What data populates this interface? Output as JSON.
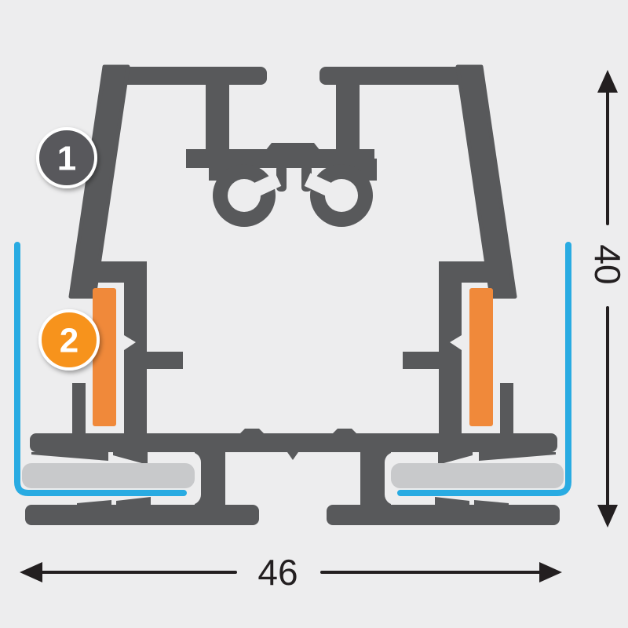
{
  "diagram": {
    "type": "aluminium-profile-cross-section",
    "badges": [
      {
        "label": "1"
      },
      {
        "label": "2"
      }
    ],
    "dimensions": {
      "width": "46",
      "height": "40"
    },
    "colors": {
      "background": "#EDEDEE",
      "profile": "#58595B",
      "gasket_orange": "#F0893A",
      "badge_orange": "#F7931E",
      "glass_blue": "#29ABE2",
      "seal_gray": "#C8C9CB",
      "dimension_black": "#231F20",
      "badge_ring": "#FFFFFF",
      "badge_text": "#FFFFFF"
    }
  }
}
